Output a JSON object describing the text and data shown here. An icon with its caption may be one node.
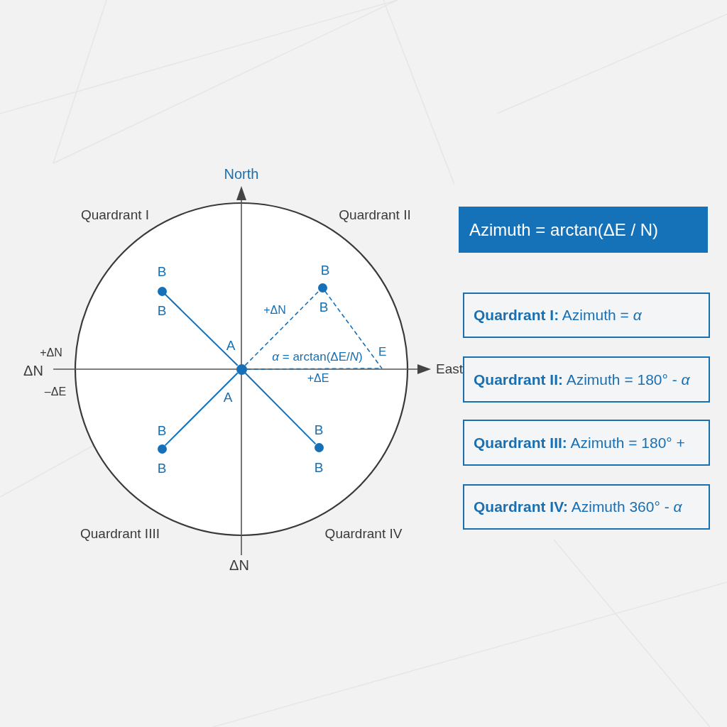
{
  "diagram": {
    "nodes": [
      {
        "text": [],
        "shape": "circle",
        "beside": [
          "B",
          "B"
        ]
      },
      {
        "text": [],
        "shape": "circle",
        "beside": [
          "B",
          "B"
        ]
      },
      {
        "text": [],
        "shape": "circle",
        "beside": [
          "A",
          "A"
        ]
      },
      {
        "text": [
          "E"
        ]
      },
      {
        "text": [],
        "shape": "circle",
        "beside": [
          "B",
          "B"
        ]
      },
      {
        "text": [],
        "shape": "circle",
        "beside": [
          "B",
          "B"
        ]
      },
      {
        "text": [
          "Azimuth = arctan(ΔE / N)"
        ]
      },
      {
        "text": [
          "**Quardrant I:** Azimuth = *α*"
        ]
      },
      {
        "text": [
          "**Quardrant II:** Azimuth = 180° - *α*"
        ]
      },
      {
        "text": [
          "**Quardrant III:** Azimuth = 180° +"
        ]
      },
      {
        "text": [
          "**Quardrant IV:** Azimuth 360° - *α*"
        ]
      }
    ],
    "edges": [
      {
        "from": 2,
        "to": 0,
        "arrow": "none"
      },
      {
        "from": 2,
        "to": 1,
        "arrow": "none",
        "style": "dashed",
        "label": "+ΔN"
      },
      {
        "from": 1,
        "to": 3,
        "arrow": "none",
        "style": "dashed"
      },
      {
        "from": 2,
        "to": 3,
        "arrow": "none",
        "style": "dashed",
        "label": "+ΔE"
      },
      {
        "from": 2,
        "to": 4,
        "arrow": "none"
      },
      {
        "from": 2,
        "to": 5,
        "arrow": "none"
      }
    ],
    "labels": [
      "North",
      "Quardrant I",
      "Quardrant II",
      "+ΔN",
      "*α* = arctan(ΔE/*N*)",
      "ΔN",
      "East",
      "–ΔE",
      "Quardrant IIII",
      "Quardrant IV",
      "ΔN"
    ]
  }
}
